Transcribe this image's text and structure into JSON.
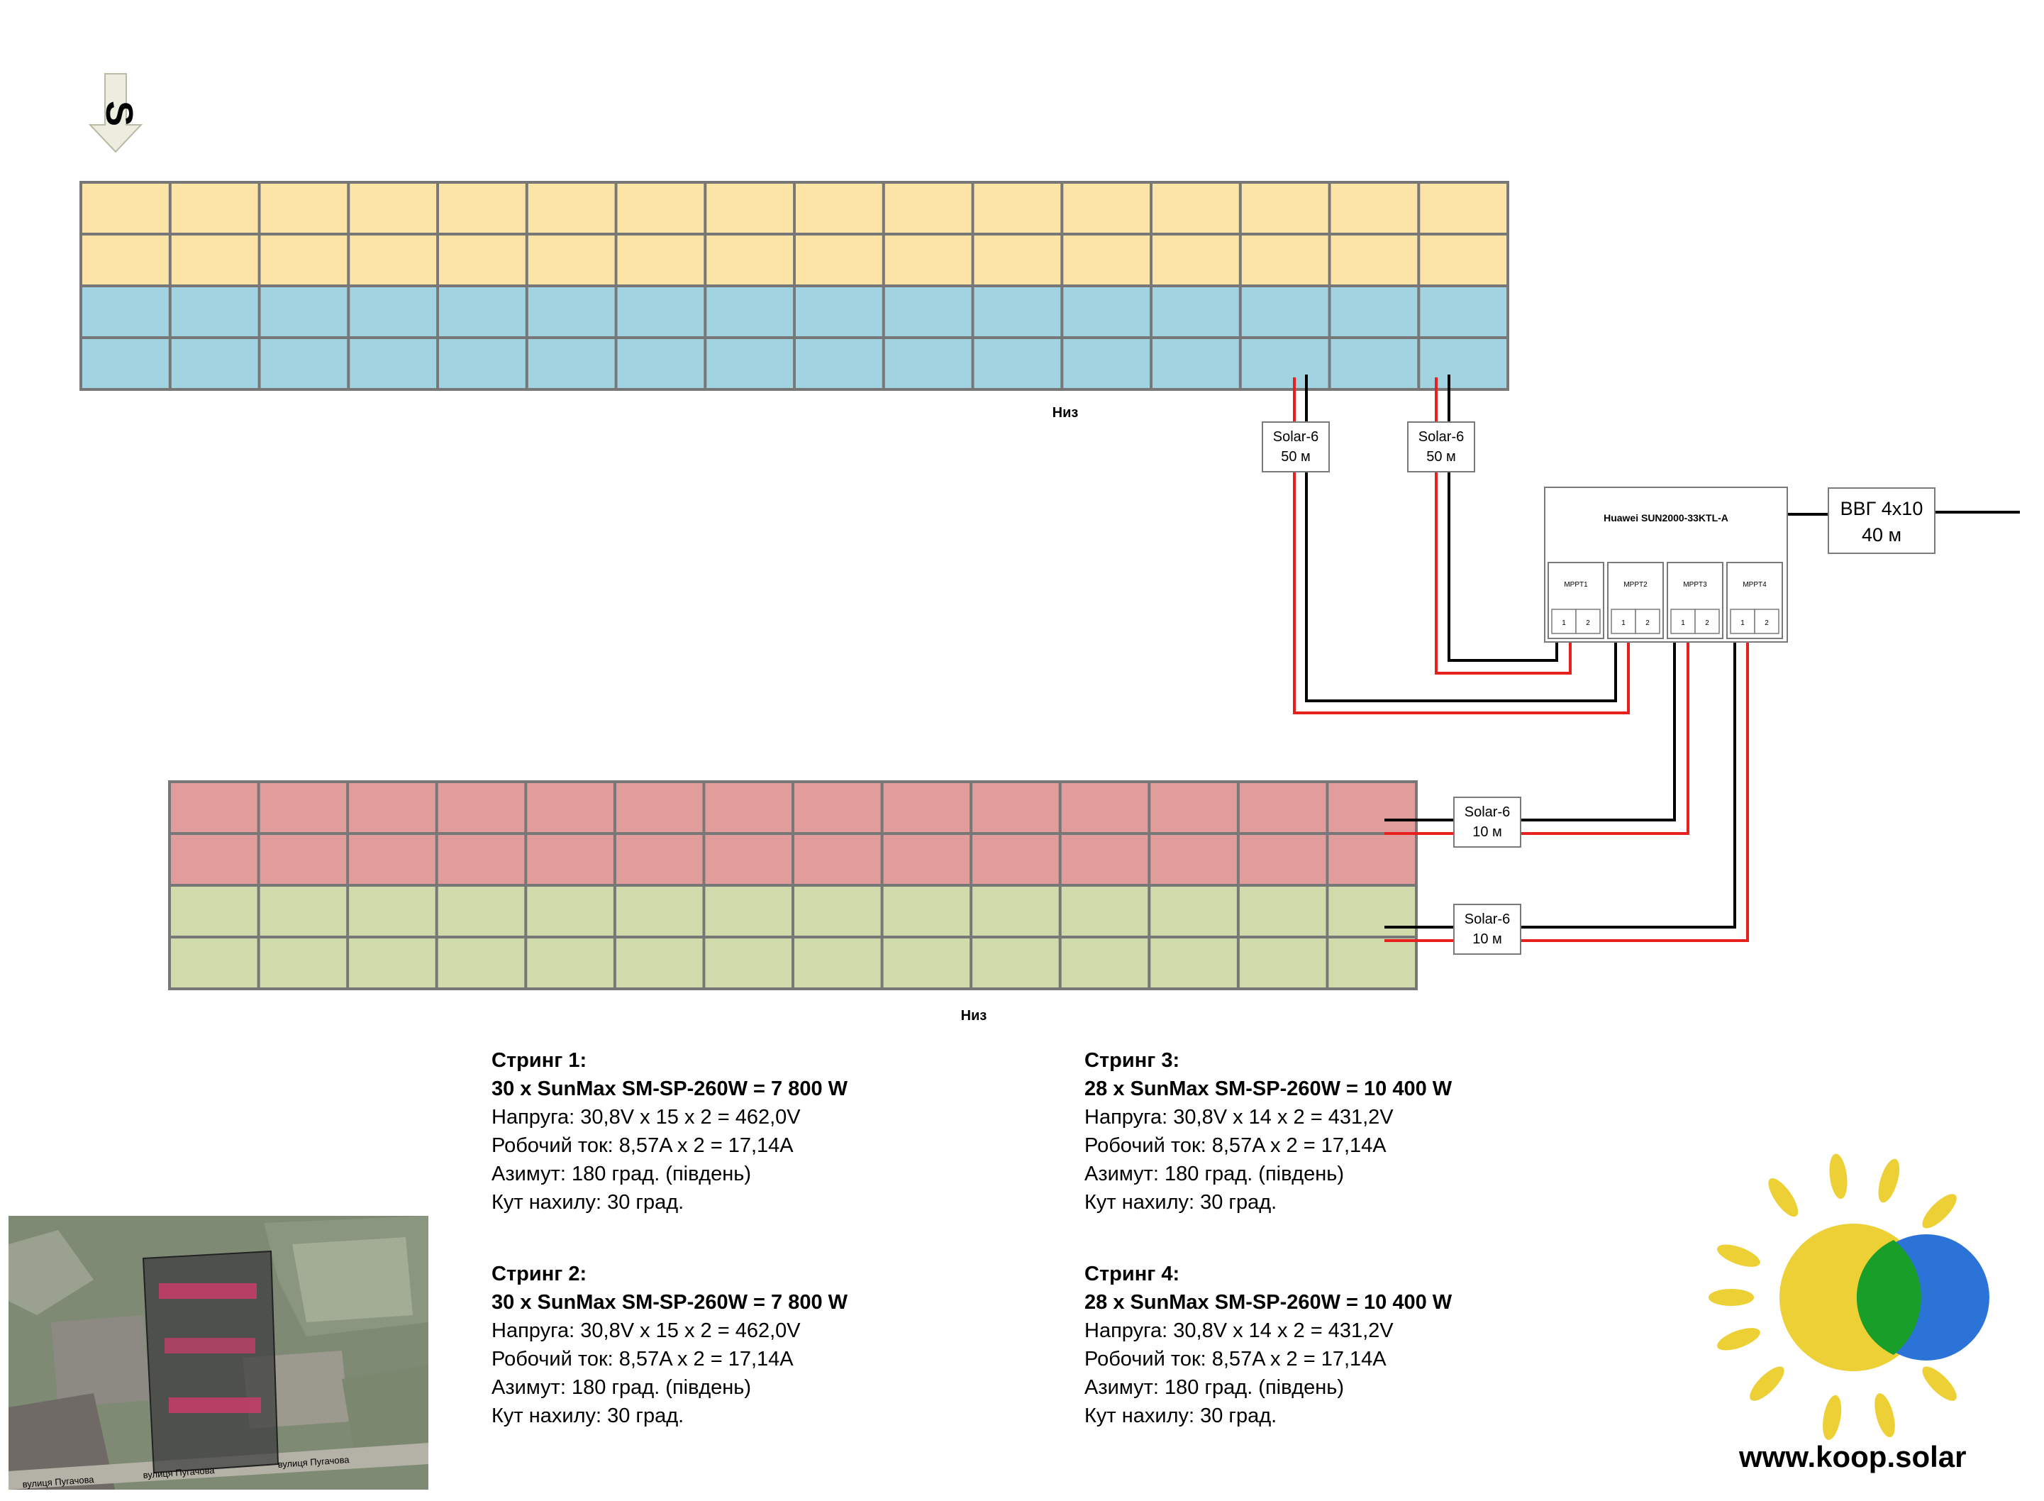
{
  "compass": {
    "letter": "S"
  },
  "arrays": [
    {
      "id": "top-array",
      "label": "Низ",
      "columns": 16,
      "rows": [
        {
          "color": "#fbe4a6"
        },
        {
          "color": "#fbe4a6"
        },
        {
          "color": "#a2d3e0"
        },
        {
          "color": "#a2d3e0"
        }
      ]
    },
    {
      "id": "bottom-array",
      "label": "Низ",
      "columns": 14,
      "rows": [
        {
          "color": "#e19d9b"
        },
        {
          "color": "#e19d9b"
        },
        {
          "color": "#cfdbab"
        },
        {
          "color": "#cfdbab"
        }
      ]
    }
  ],
  "cables": [
    {
      "name": "Solar-6",
      "length": "50 м"
    },
    {
      "name": "Solar-6",
      "length": "50 м"
    },
    {
      "name": "Solar-6",
      "length": "10 м"
    },
    {
      "name": "Solar-6",
      "length": "10 м"
    }
  ],
  "inverter": {
    "title": "Huawei SUN2000-33KTL-A",
    "mppts": [
      {
        "label": "MPPT1",
        "inputs": [
          "1",
          "2"
        ]
      },
      {
        "label": "MPPT2",
        "inputs": [
          "1",
          "2"
        ]
      },
      {
        "label": "MPPT3",
        "inputs": [
          "1",
          "2"
        ]
      },
      {
        "label": "MPPT4",
        "inputs": [
          "1",
          "2"
        ]
      }
    ]
  },
  "ac_cable": {
    "name": "ВВГ 4х10",
    "length": "40 м"
  },
  "strings": [
    {
      "title": "Стринг 1:",
      "modules": "30 x SunMax SM-SP-260W = 7 800 W",
      "voltage": "Напруга: 30,8V x 15 x 2 = 462,0V",
      "current": "Робочий ток: 8,57A x 2 = 17,14A",
      "azimuth": "Азимут: 180 град. (південь)",
      "tilt": "Кут нахилу: 30 град."
    },
    {
      "title": "Стринг 2:",
      "modules": "30 x SunMax SM-SP-260W = 7 800 W",
      "voltage": "Напруга: 30,8V x 15 x 2 = 462,0V",
      "current": "Робочий ток: 8,57A x 2 = 17,14A",
      "azimuth": "Азимут: 180 град. (південь)",
      "tilt": "Кут нахилу: 30 град."
    },
    {
      "title": "Стринг 3:",
      "modules": "28 x SunMax SM-SP-260W = 10 400 W",
      "voltage": "Напруга: 30,8V x 14 x 2 = 431,2V",
      "current": "Робочий ток: 8,57A x 2 = 17,14A",
      "azimuth": "Азимут: 180 град. (південь)",
      "tilt": "Кут нахилу: 30 град."
    },
    {
      "title": "Стринг 4:",
      "modules": "28 x SunMax SM-SP-260W = 10 400 W",
      "voltage": "Напруга: 30,8V x 14 x 2 = 431,2V",
      "current": "Робочий ток: 8,57A x 2 = 17,14A",
      "azimuth": "Азимут: 180 град. (південь)",
      "tilt": "Кут нахилу: 30 град."
    }
  ],
  "site_map": {
    "street_labels": [
      "вулиця Пугачова",
      "вулиця Пугачова",
      "вулиця Пугачова"
    ]
  },
  "logo": {
    "url": "www.koop.solar",
    "sun_color": "#ecd035",
    "circle_color": "#2c73d8",
    "overlap_color": "#1a9e2a"
  },
  "wire_colors": {
    "positive": "#e8201d",
    "negative": "#000000"
  }
}
